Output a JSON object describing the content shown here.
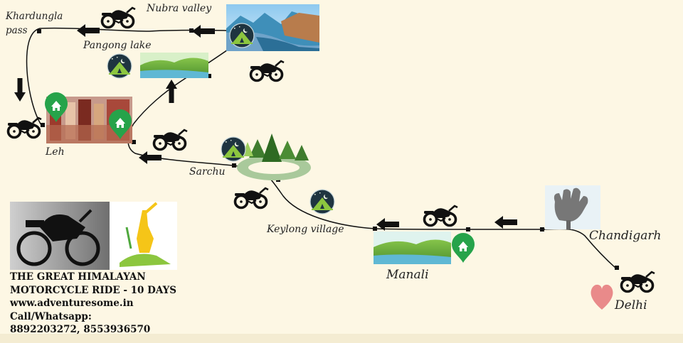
{
  "places": {
    "khardungla": "Khardungla pass",
    "nubra": "Nubra valley",
    "pangong": "Pangong lake",
    "leh": "Leh",
    "sarchu": "Sarchu",
    "keylong": "Keylong village",
    "manali": "Manali",
    "chandigarh": "Chandigarh",
    "delhi": "Delhi"
  },
  "info": {
    "title_line1": "THE GREAT HIMALAYAN",
    "title_line2": "MOTORCYCLE RIDE - 10 DAYS",
    "website": "www.adventuresome.in",
    "contact_label": "Call/Whatsapp:",
    "phones": "8892203272, 8553936570"
  },
  "icons": [
    "motorcycle-icon",
    "camp-tent-icon",
    "home-pin-icon",
    "heart-icon",
    "arrow-icon"
  ],
  "colors": {
    "background": "#fdf7e4",
    "route": "#111111",
    "camp_badge": "#1f3440",
    "pin": "#26a34a",
    "heart": "#e98a8a"
  }
}
